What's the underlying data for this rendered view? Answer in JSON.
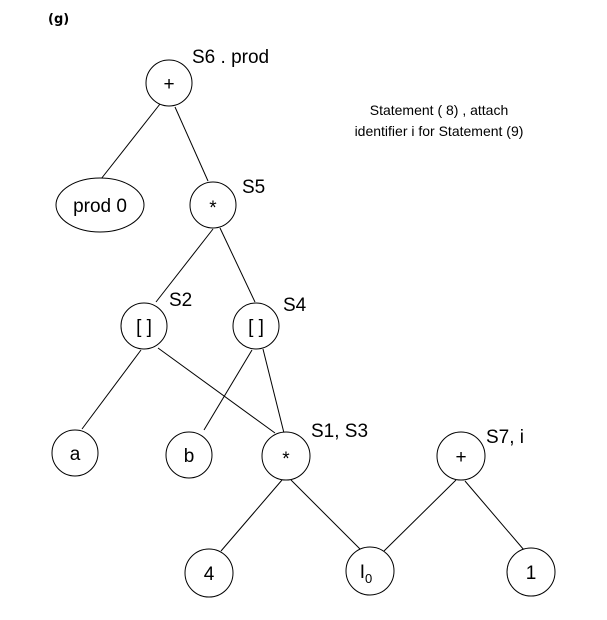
{
  "figure_label": "(g)",
  "note": {
    "line1": "Statement ( 8) , attach",
    "line2": "identifier i for Statement (9)"
  },
  "nodes": {
    "plus_root": "+",
    "prod0": "prod 0",
    "star_mid": "*",
    "idx_s2": "[ ]",
    "idx_s4": "[ ]",
    "a": "a",
    "b": "b",
    "star_low": "*",
    "plus_i": "+",
    "four": "4",
    "i0_base": "I",
    "i0_sub": "0",
    "one": "1"
  },
  "labels": {
    "s6": "S6 . prod",
    "s5": "S5",
    "s2": "S2",
    "s4": "S4",
    "s1_s3": "S1, S3",
    "s7": "S7, i"
  }
}
